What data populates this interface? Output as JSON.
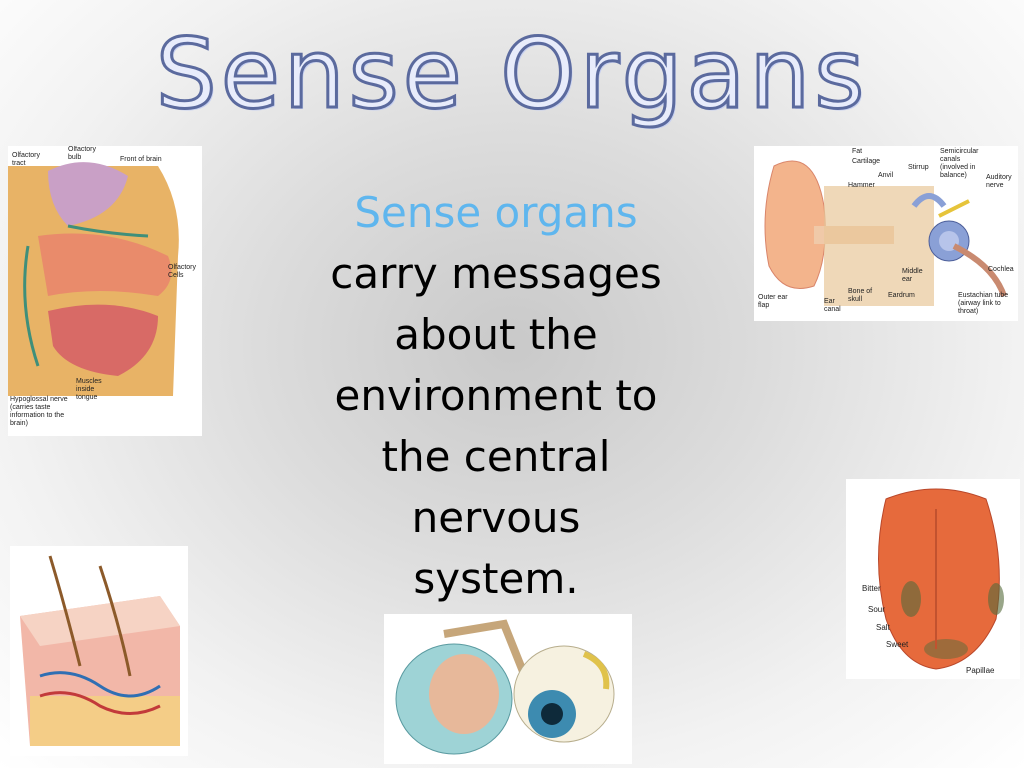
{
  "slide": {
    "title": "Sense Organs",
    "lead": "Sense organs",
    "lines": [
      "carry messages",
      "about the",
      "environment to",
      "the central",
      "nervous",
      "system."
    ]
  },
  "nose": {
    "labels": {
      "olfactory_tract": "Olfactory tract",
      "olfactory_bulb": "Olfactory bulb",
      "front_of_brain": "Front of brain",
      "olfactory_cells": "Olfactory Cells",
      "muscles_inside_tongue": "Muscles inside tongue",
      "hypoglossal_nerve": "Hypoglossal nerve (carries taste information to the brain)"
    }
  },
  "ear": {
    "labels": {
      "fat": "Fat",
      "cartilage": "Cartilage",
      "anvil": "Anvil",
      "stirrup": "Stirrup",
      "semicircular": "Semicircular canals (involved in balance)",
      "auditory_nerve": "Auditory nerve",
      "hammer": "Hammer",
      "cochlea": "Cochlea",
      "middle_ear": "Middle ear",
      "outer_ear_flap": "Outer ear flap",
      "ear_canal": "Ear canal",
      "bone_of_skull": "Bone of skull",
      "eardrum": "Eardrum",
      "eustachian": "Eustachian tube (airway link to throat)"
    }
  },
  "tongue": {
    "labels": {
      "bitter": "Bitter",
      "sour": "Sour",
      "salt": "Salt",
      "sweet": "Sweet",
      "papillae": "Papillae"
    }
  }
}
